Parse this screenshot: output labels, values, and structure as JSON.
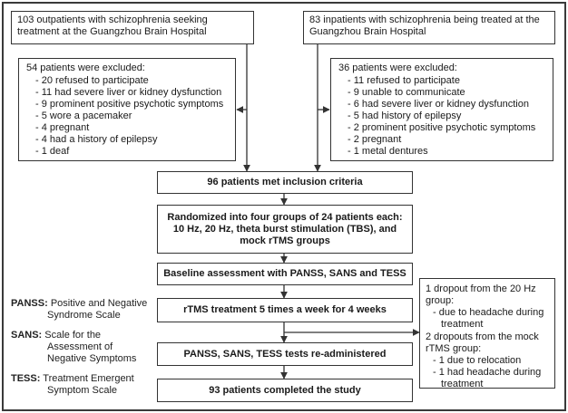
{
  "outpatients": {
    "header": "103 outpatients with schizophrenia seeking treatment at the Guangzhou Brain Hospital",
    "excluded_title": "54 patients were excluded:",
    "excluded_items": [
      "20 refused to participate",
      "11 had severe liver or kidney dysfunction",
      "9 prominent positive psychotic symptoms",
      "5 wore a pacemaker",
      "4 pregnant",
      "4 had a history of epilepsy",
      "1 deaf"
    ]
  },
  "inpatients": {
    "header": "83 inpatients with schizophrenia being treated at the Guangzhou Brain Hospital",
    "excluded_title": "36 patients were excluded:",
    "excluded_items": [
      "11 refused to participate",
      "9 unable to communicate",
      "6 had severe liver or kidney dysfunction",
      "5 had history of epilepsy",
      "2 prominent positive psychotic symptoms",
      "2 pregnant",
      "1 metal dentures"
    ]
  },
  "flow": {
    "inclusion": "96 patients met inclusion criteria",
    "randomized": "Randomized into four groups of 24 patients each: 10 Hz, 20 Hz, theta burst stimulation (TBS), and mock rTMS groups",
    "baseline": "Baseline assessment with PANSS, SANS and TESS",
    "treatment": "rTMS treatment 5 times a week for 4 weeks",
    "readministered": "PANSS, SANS, TESS tests re-administered",
    "completed": "93 patients completed the study"
  },
  "dropouts": {
    "group1_title": "1 dropout from the 20 Hz group:",
    "group1_items": [
      "due to headache during treatment"
    ],
    "group2_title": "2 dropouts from the mock rTMS group:",
    "group2_items": [
      "1 due to relocation",
      "1 had headache during treatment"
    ]
  },
  "legend": [
    {
      "key": "PANSS:",
      "line1": "Positive and Negative",
      "line2": "Syndrome Scale"
    },
    {
      "key": "SANS:",
      "line1": "Scale for the",
      "line2": "Assessment of",
      "line3": "Negative Symptoms"
    },
    {
      "key": "TESS:",
      "line1": "Treatment Emergent",
      "line2": "Symptom Scale"
    }
  ],
  "colors": {
    "line": "#333333",
    "frame": "#3a3a3a"
  }
}
